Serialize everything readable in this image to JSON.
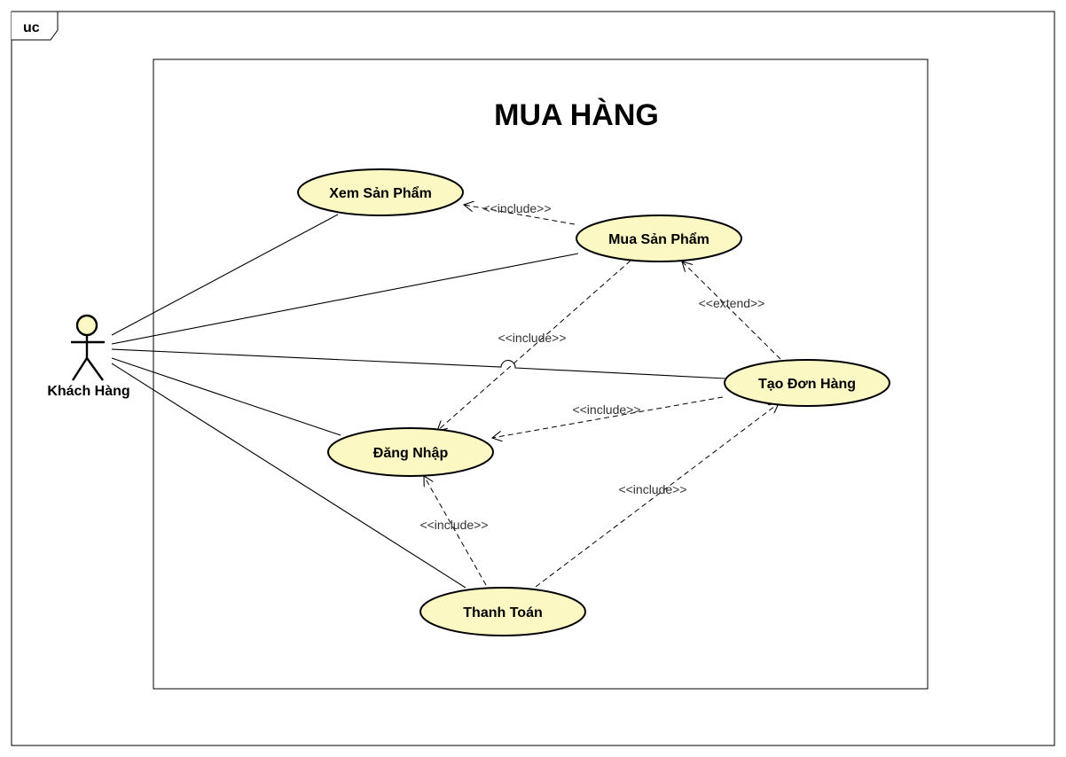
{
  "frame": {
    "tag": "uc"
  },
  "system": {
    "title": "MUA HÀNG"
  },
  "actor": {
    "name": "Khách Hàng",
    "fill": "#fcf8c4"
  },
  "use_cases": {
    "xem_san_pham": "Xem Sản Phẩm",
    "mua_san_pham": "Mua Sản Phẩm",
    "tao_don_hang": "Tạo Đơn Hàng",
    "dang_nhap": "Đăng Nhập",
    "thanh_toan": "Thanh Toán"
  },
  "relations": {
    "mua_includes_xem": "<<include>>",
    "mua_includes_dang_nhap": "<<include>>",
    "tao_extends_mua": "<<extend>>",
    "tao_includes_dang_nhap": "<<include>>",
    "thanh_toan_includes_dang_nhap": "<<include>>",
    "thanh_toan_includes_tao": "<<include>>"
  },
  "colors": {
    "use_case_fill": "#fcf8c4",
    "stroke": "#000000"
  }
}
